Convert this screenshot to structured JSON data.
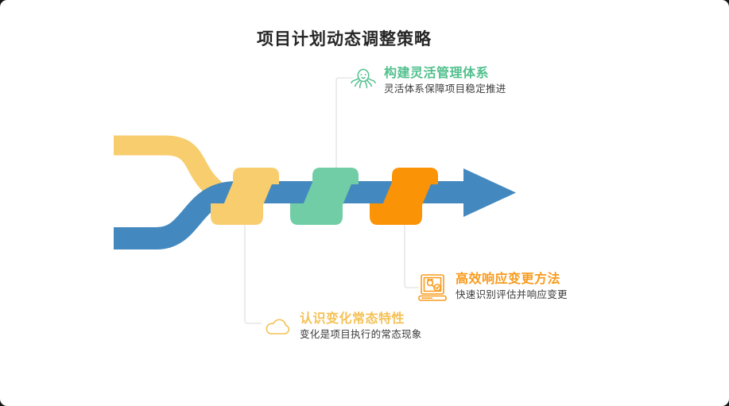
{
  "title": "项目计划动态调整策略",
  "colors": {
    "arrow_blue": "#4389BF",
    "ribbon_yellow": "#F8CD6E",
    "ribbon_teal": "#70CDA5",
    "ribbon_orange": "#FB9306",
    "connector_gray": "#E2E2E2",
    "heading_text": "#262626",
    "subtitle_text": "#3B3B3B"
  },
  "callouts": [
    {
      "icon": "octopus-icon",
      "title": "构建灵活管理体系",
      "subtitle": "灵活体系保障项目稳定推进",
      "color": "#52C08D"
    },
    {
      "icon": "cloud-icon",
      "title": "认识变化常态特性",
      "subtitle": "变化是项目执行的常态现象",
      "color": "#F5C155"
    },
    {
      "icon": "drawing-monitor-icon",
      "title": "高效响应变更方法",
      "subtitle": "快速识别评估并响应变更",
      "color": "#F99B1C"
    }
  ]
}
